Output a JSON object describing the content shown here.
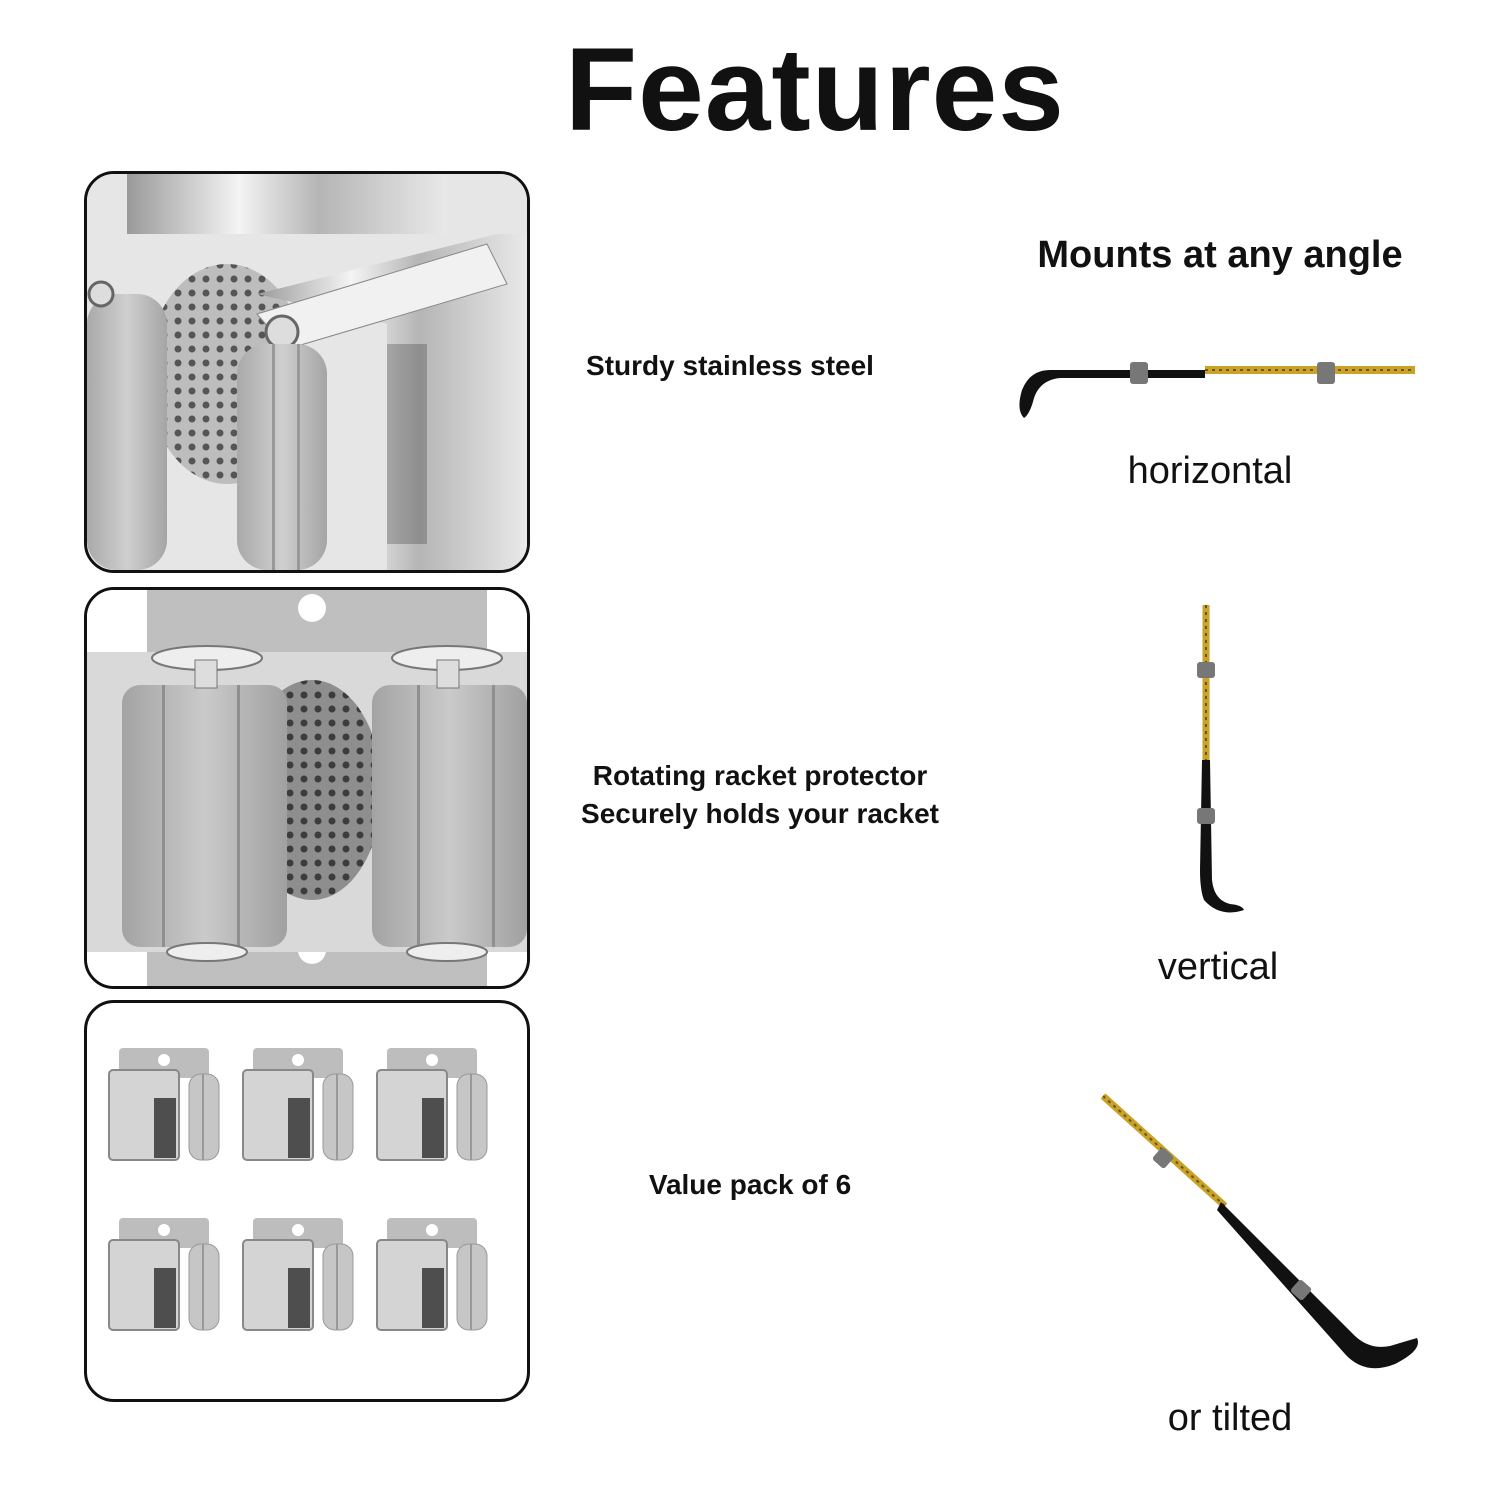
{
  "title": "Features",
  "features": [
    {
      "lines": [
        "Sturdy stainless steel"
      ]
    },
    {
      "lines": [
        "Rotating racket protector",
        "Securely holds your racket"
      ]
    },
    {
      "lines": [
        "Value pack of 6"
      ]
    }
  ],
  "mounts": {
    "heading": "Mounts at any angle",
    "orientations": [
      "horizontal",
      "vertical",
      "or tilted"
    ]
  },
  "colors": {
    "stick_black": "#111111",
    "stick_gold": "#c9a227",
    "steel": "#cfcfcf",
    "rubber_gray": "#b8b8b8"
  }
}
